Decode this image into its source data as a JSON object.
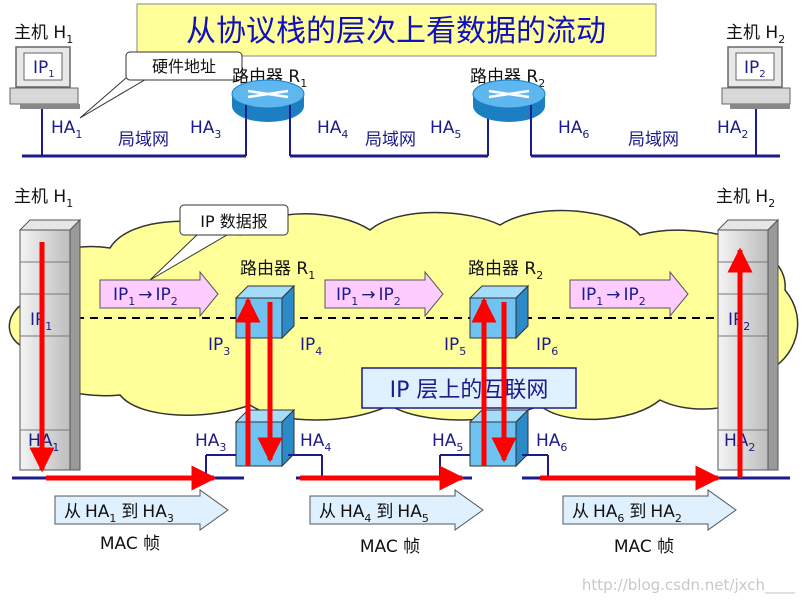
{
  "title": "从协议栈的层次上看数据的流动",
  "hosts": {
    "h1": {
      "base": "主机 H",
      "sub": "1",
      "ip_base": "IP",
      "ip_sub": "1",
      "ha_base": "HA",
      "ha_sub": "1"
    },
    "h2": {
      "base": "主机 H",
      "sub": "2",
      "ip_base": "IP",
      "ip_sub": "2",
      "ha_base": "HA",
      "ha_sub": "2"
    }
  },
  "routers": {
    "r1": {
      "base": "路由器 R",
      "sub": "1",
      "ha_left": "3",
      "ha_right": "4",
      "ip_left": "3",
      "ip_right": "4"
    },
    "r2": {
      "base": "路由器 R",
      "sub": "2",
      "ha_left": "5",
      "ha_right": "6",
      "ip_left": "5",
      "ip_right": "6"
    }
  },
  "lan_label": "局域网",
  "hw_addr_label": "硬件地址",
  "datagram_label": "IP 数据报",
  "internet_label": "IP 层上的互联网",
  "ip_flow": {
    "src": "IP",
    "src_sub": "1",
    "arrow": "→",
    "dst": "IP",
    "dst_sub": "2"
  },
  "ha_prefix": "HA",
  "ip_prefix": "IP",
  "mac_frames": [
    {
      "from_word": "从",
      "from_base": "HA",
      "from_sub": "1",
      "to_word": "到",
      "to_base": "HA",
      "to_sub": "3",
      "caption": "MAC 帧"
    },
    {
      "from_word": "从",
      "from_base": "HA",
      "from_sub": "4",
      "to_word": "到",
      "to_base": "HA",
      "to_sub": "5",
      "caption": "MAC 帧"
    },
    {
      "from_word": "从",
      "from_base": "HA",
      "from_sub": "6",
      "to_word": "到",
      "to_base": "HA",
      "to_sub": "2",
      "caption": "MAC 帧"
    }
  ],
  "watermark": "http://blog.csdn.net/jxch____",
  "colors": {
    "title_bg": "#ffff99",
    "cloud": "#ffff99",
    "flow_arrow": "#ffccff",
    "mac_box": "#dff0ff",
    "router_box": "#6ec3f2",
    "red_arrow": "#ff0000",
    "line": "#1b1b8a",
    "text": "#1b1b8a"
  }
}
